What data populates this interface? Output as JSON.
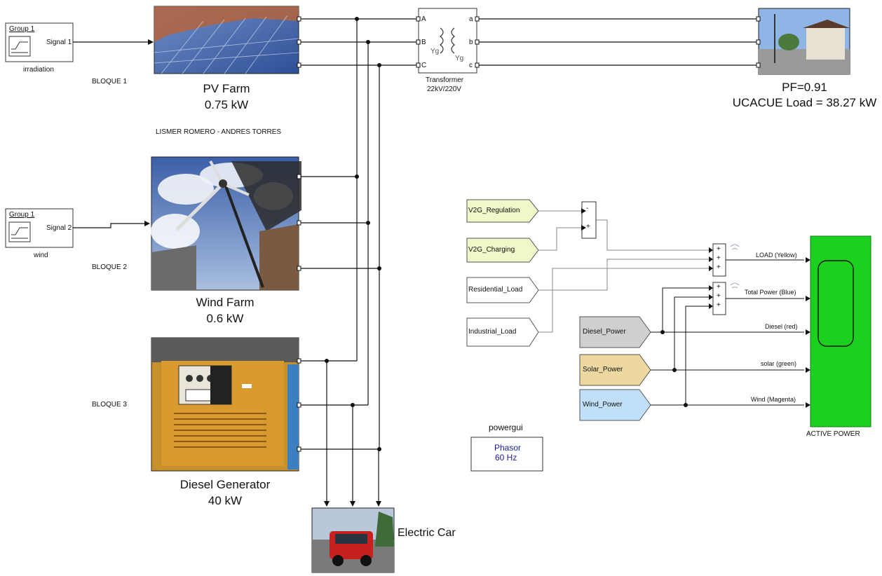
{
  "signals": [
    {
      "group": "Group 1",
      "port": "Signal 1",
      "caption": "irradiation"
    },
    {
      "group": "Group 1",
      "port": "Signal 2",
      "caption": "wind"
    }
  ],
  "bloques": [
    "BLOQUE 1",
    "BLOQUE 2",
    "BLOQUE 3"
  ],
  "authors": "LISMER ROMERO - ANDRES TORRES",
  "pv": {
    "name": "PV Farm",
    "power": "0.75 kW"
  },
  "wind": {
    "name": "Wind Farm",
    "power": "0.6 kW"
  },
  "diesel": {
    "name": "Diesel Generator",
    "power": "40 kW"
  },
  "car": {
    "name": "Electric Car"
  },
  "transformer": {
    "title": "Transformer",
    "rating": "22kV/220V",
    "ports_in": [
      "A",
      "B",
      "C"
    ],
    "ports_out": [
      "a",
      "b",
      "c"
    ],
    "winding_left": "Yg",
    "winding_right": "Yg"
  },
  "load": {
    "pf": "PF=0.91",
    "label": "UCACUE Load = 38.27 kW"
  },
  "goto_tags": {
    "v2g_reg": "V2G_Regulation",
    "v2g_chg": "V2G_Charging",
    "res": "Residential_Load",
    "ind": "Industrial_Load",
    "diesel": "Diesel_Power",
    "solar": "Solar_Power",
    "wind": "Wind_Power"
  },
  "sum_signs": {
    "s1": [
      "-",
      "+"
    ],
    "s2": [
      "+",
      "+",
      "+"
    ],
    "s3": [
      "+",
      "+",
      "+"
    ]
  },
  "scope_signals": {
    "load": "LOAD (Yellow)",
    "total": "Total Power (Blue)",
    "diesel": "Diesel (red)",
    "solar": "solar (green)",
    "wind": "Wind (Magenta)"
  },
  "scope_title": "ACTIVE POWER",
  "powergui": {
    "title": "powergui",
    "mode": "Phasor",
    "freq": "60 Hz"
  },
  "colors": {
    "tag_yellow": "#f1f7c9",
    "tag_white": "#ffffff",
    "tag_gray": "#cfcfcf",
    "tag_tan": "#ecd8a0",
    "tag_blue": "#bfe0f8",
    "scope_green": "#19d11e",
    "powergui_text": "#1a1aa0"
  }
}
